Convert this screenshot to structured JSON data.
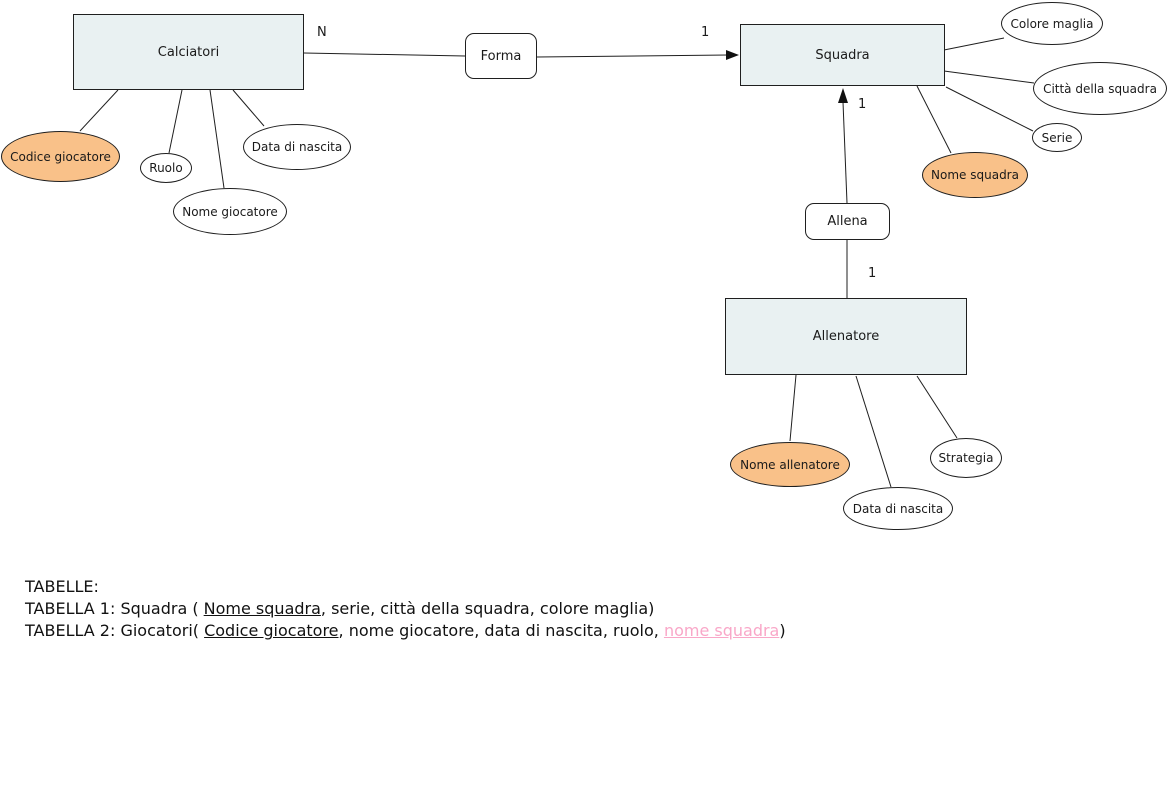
{
  "diagram": {
    "entities": {
      "calciatori": "Calciatori",
      "squadra": "Squadra",
      "allenatore": "Allenatore"
    },
    "relationships": {
      "forma": "Forma",
      "allena": "Allena"
    },
    "attributes": {
      "codice_giocatore": "Codice giocatore",
      "ruolo": "Ruolo",
      "nome_giocatore": "Nome giocatore",
      "data_di_nascita_calciatori": "Data di nascita",
      "colore_maglia": "Colore maglia",
      "citta_della_squadra": "Città della squadra",
      "serie": "Serie",
      "nome_squadra": "Nome squadra",
      "nome_allenatore": "Nome allenatore",
      "data_di_nascita_allenatore": "Data di nascita",
      "strategia": "Strategia"
    },
    "cardinalities": {
      "calciatori_forma": "N",
      "forma_squadra": "1",
      "allena_squadra": "1",
      "allena_allenatore": "1"
    },
    "colors": {
      "entity_fill": "#e9f1f2",
      "key_attribute_fill": "#f9c189",
      "foreign_key_text": "#f9a7c8",
      "line_stroke": "#1f1f1f"
    }
  },
  "tables_note": {
    "heading": "TABELLE:",
    "table1": {
      "prefix": "TABELLA 1: Squadra ( ",
      "primary_key": "Nome squadra",
      "rest": ", serie, città della squadra, colore maglia)"
    },
    "table2": {
      "prefix": "TABELLA 2: Giocatori( ",
      "primary_key": "Codice giocatore",
      "middle": ", nome giocatore, data di nascita, ruolo, ",
      "foreign_key": "nome squadra",
      "suffix": ")"
    }
  }
}
